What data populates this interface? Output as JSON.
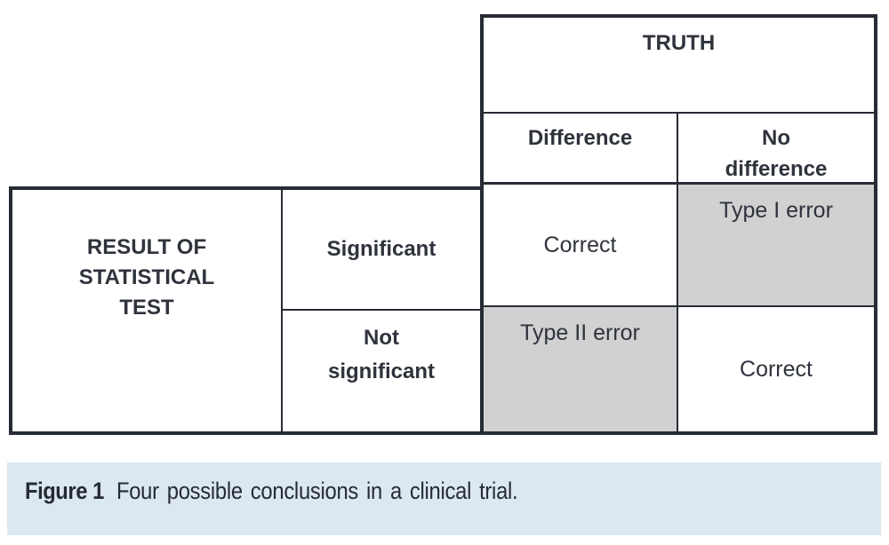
{
  "figure": {
    "table": {
      "truth_header": "TRUTH",
      "col_headers": [
        "Difference",
        "No difference"
      ],
      "row_group_header": "RESULT OF STATISTICAL TEST",
      "row_headers": [
        "Significant",
        "Not significant"
      ],
      "cells": [
        [
          "Correct",
          "Type I error"
        ],
        [
          "Type II error",
          "Correct"
        ]
      ]
    },
    "caption": {
      "label": "Figure 1",
      "text": "Four possible conclusions in a clinical trial."
    },
    "colors": {
      "border": "#272b34",
      "text": "#2f333c",
      "shaded_cell": "#d1d1d2",
      "caption_bg": "#dce8f1",
      "caption_text": "#262b33"
    }
  }
}
